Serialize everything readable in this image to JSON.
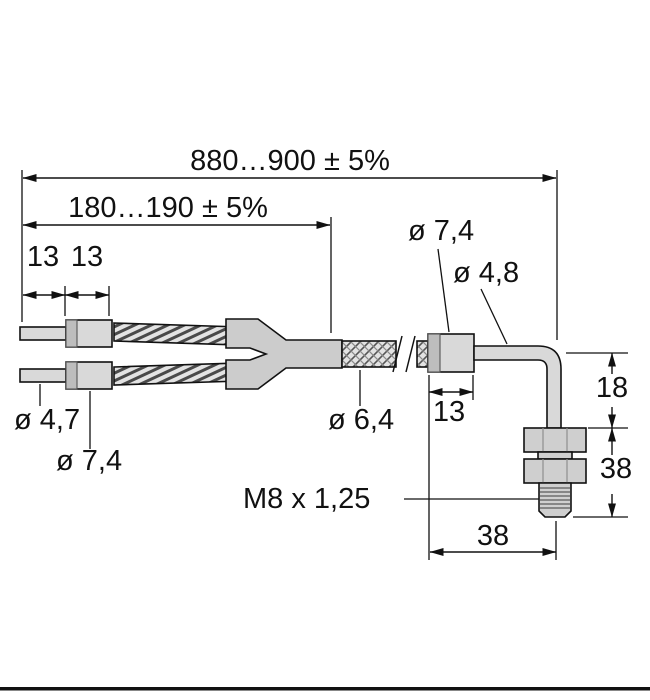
{
  "page": {
    "title": "Cable splitter with M8 elbow connector - dimensional drawing",
    "colors": {
      "line": "#111111",
      "part_fill": "#d9d9d9",
      "collar_fill": "#bdbdbd",
      "junction_fill": "#cccccc",
      "connector_fill": "#cfcfcf"
    }
  },
  "drawing": {
    "type": "dimensional-drawing",
    "labels": {
      "overall_length": "880…900 ± 5%",
      "branch_length": "180…190 ± 5%",
      "left_stub_first": "13",
      "left_stub_second": "13",
      "branch_cable_diameter": "ø 4,7",
      "branch_ferrule_diameter": "ø 7,4",
      "main_cable_diameter": "ø 6,4",
      "right_ferrule_length": "13",
      "right_ferrule_diameter": "ø 7,4",
      "elbow_tube_diameter": "ø 4,8",
      "elbow_to_connector": "18",
      "connector_length": "38",
      "thread_spec": "M8 x 1,25",
      "connector_horizontal": "38"
    }
  }
}
